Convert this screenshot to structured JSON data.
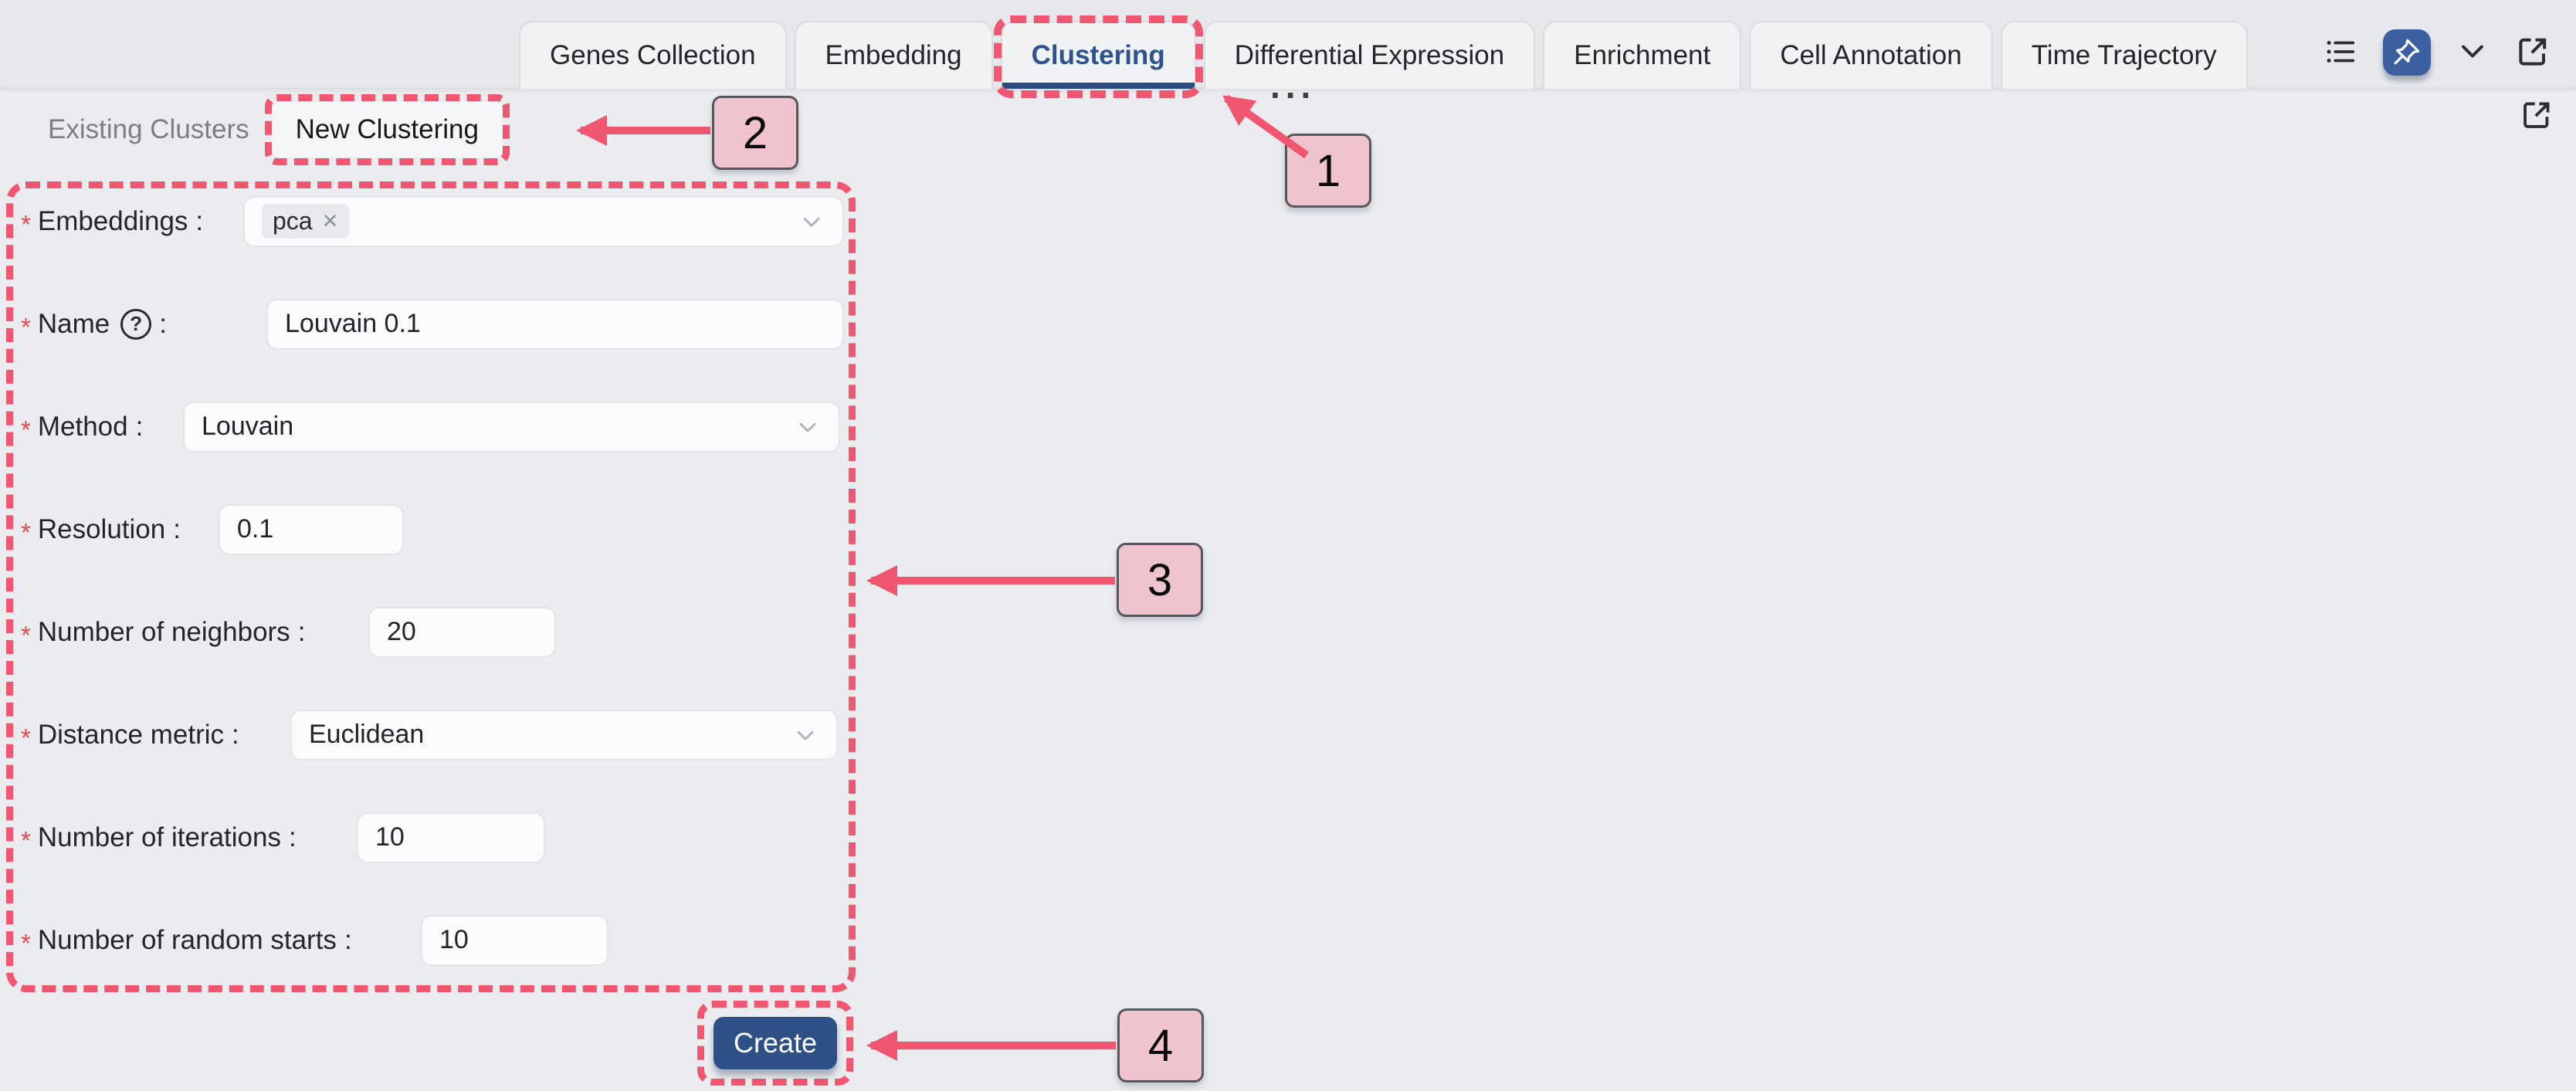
{
  "tabbar": {
    "tabs": [
      {
        "label": "Genes Collection",
        "active": false
      },
      {
        "label": "Embedding",
        "active": false
      },
      {
        "label": "Clustering",
        "active": true
      },
      {
        "label": "Differential Expression",
        "active": false
      },
      {
        "label": "Enrichment",
        "active": false
      },
      {
        "label": "Cell Annotation",
        "active": false
      },
      {
        "label": "Time Trajectory",
        "active": false
      }
    ],
    "overflow_indicator": "...",
    "icons": [
      {
        "name": "list-icon"
      },
      {
        "name": "pin-icon"
      },
      {
        "name": "chevron-down-icon"
      },
      {
        "name": "external-link-icon"
      }
    ]
  },
  "panel": {
    "external_link_icon": "external-link-icon"
  },
  "subtabs": {
    "items": [
      {
        "label": "Existing Clusters",
        "active": false
      },
      {
        "label": "New Clustering",
        "active": true
      }
    ]
  },
  "form": {
    "fields": [
      {
        "label": "Embeddings",
        "required": true,
        "type": "multiselect",
        "values": [
          "pca"
        ]
      },
      {
        "label": "Name",
        "required": true,
        "has_help": true,
        "help_icon": "question-circle-icon",
        "type": "text",
        "value": "Louvain 0.1"
      },
      {
        "label": "Method",
        "required": true,
        "type": "select",
        "value": "Louvain"
      },
      {
        "label": "Resolution",
        "required": true,
        "type": "text",
        "value": "0.1"
      },
      {
        "label": "Number of neighbors",
        "required": true,
        "type": "text",
        "value": "20"
      },
      {
        "label": "Distance metric",
        "required": true,
        "type": "select",
        "value": "Euclidean"
      },
      {
        "label": "Number of iterations",
        "required": true,
        "type": "text",
        "value": "10"
      },
      {
        "label": "Number of random starts",
        "required": true,
        "type": "text",
        "value": "10"
      }
    ],
    "create_label": "Create"
  },
  "annotations": {
    "badges": [
      "1",
      "2",
      "3",
      "4"
    ],
    "accent_color": "#f0566f",
    "badge_bg": "#f0c4cf"
  },
  "colors": {
    "active_tab_text": "#2d538f",
    "active_tab_underline": "#2c4a80",
    "create_button": "#2d5086",
    "pin_button": "#3c5fa2",
    "required_asterisk": "#e4494e"
  }
}
